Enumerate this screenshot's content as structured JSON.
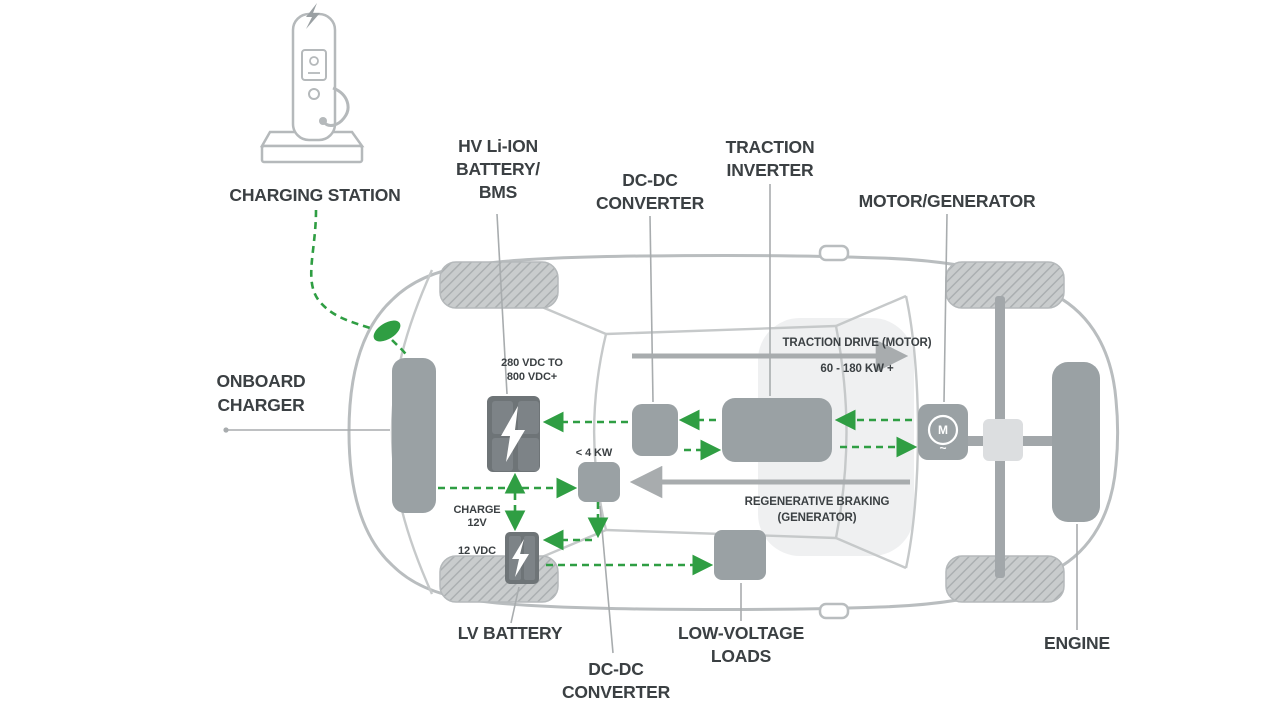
{
  "labels": {
    "charging_station": "CHARGING STATION",
    "hv_battery": [
      "HV Li-ION",
      "BATTERY/",
      "BMS"
    ],
    "dcdc_top": [
      "DC-DC",
      "CONVERTER"
    ],
    "traction_inverter": [
      "TRACTION",
      "INVERTER"
    ],
    "motor_generator": "MOTOR/GENERATOR",
    "onboard_charger": [
      "ONBOARD",
      "CHARGER"
    ],
    "lv_battery": "LV BATTERY",
    "dcdc_bottom": [
      "DC-DC",
      "CONVERTER"
    ],
    "low_voltage_loads": [
      "LOW-VOLTAGE",
      "LOADS"
    ],
    "engine": "ENGINE"
  },
  "annotations": {
    "hv_voltage": [
      "280 VDC TO",
      "800 VDC+"
    ],
    "dcdc_power": "< 4 KW",
    "charge_12v": [
      "CHARGE",
      "12V"
    ],
    "lv_voltage": "12 VDC",
    "traction_drive": "TRACTION DRIVE (MOTOR)",
    "traction_power": "60 - 180 KW +",
    "regen": [
      "REGENERATIVE BRAKING",
      "(GENERATOR)"
    ],
    "motor_symbol": "M",
    "motor_wave": "~"
  },
  "colors": {
    "flow_green": "#2f9e43",
    "component_gray": "#9aa1a4",
    "battery_dark": "#6e7477",
    "body_outline": "#b9bdbf",
    "arrow_gray": "#a8acae",
    "text_dark": "#3b4043"
  }
}
